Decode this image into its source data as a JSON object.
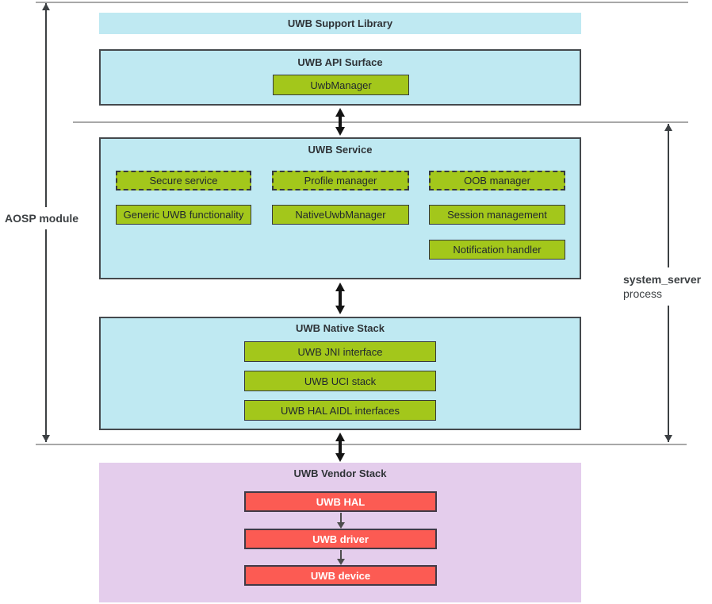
{
  "diagram": {
    "side_labels": {
      "left": "AOSP module",
      "right_line1": "system_server",
      "right_line2": "process"
    },
    "support_library": {
      "title": "UWB Support Library"
    },
    "api_surface": {
      "title": "UWB API Surface",
      "uwb_manager": "UwbManager"
    },
    "service": {
      "title": "UWB Service",
      "dashed": [
        "Secure service",
        "Profile manager",
        "OOB manager"
      ],
      "solid": [
        "Generic UWB functionality",
        "NativeUwbManager",
        "Session management",
        "Notification handler"
      ]
    },
    "native_stack": {
      "title": "UWB Native Stack",
      "items": [
        "UWB JNI interface",
        "UWB UCI stack",
        "UWB HAL AIDL interfaces"
      ]
    },
    "vendor_stack": {
      "title": "UWB Vendor Stack",
      "items": [
        "UWB HAL",
        "UWB driver",
        "UWB device"
      ]
    },
    "colors": {
      "cyan": "#bfe9f2",
      "green": "#a3c71b",
      "red": "#fc5b53",
      "lavender": "#e4cdec",
      "border_dark": "#45494d",
      "line_gray": "#a8a8a8"
    }
  }
}
